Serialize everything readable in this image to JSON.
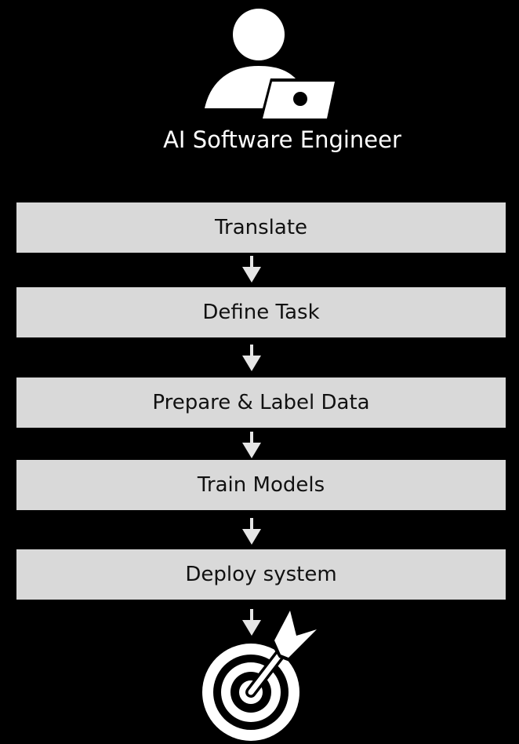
{
  "header": {
    "icon": "person-with-laptop-icon",
    "title": "AI Software Engineer"
  },
  "steps": [
    {
      "label": "Translate"
    },
    {
      "label": "Define Task"
    },
    {
      "label": "Prepare & Label Data"
    },
    {
      "label": "Train Models"
    },
    {
      "label": "Deploy system"
    }
  ],
  "footer": {
    "icon": "target-with-arrow-icon"
  },
  "colors": {
    "background": "#000000",
    "box_fill": "#d9d9d9",
    "text_light": "#ffffff",
    "text_dark": "#111111",
    "arrow": "#e6e6e6"
  }
}
